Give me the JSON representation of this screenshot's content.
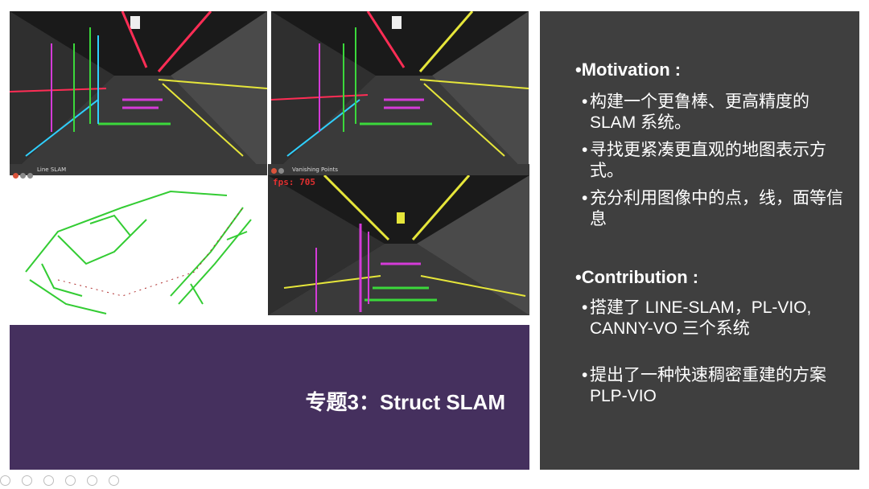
{
  "images": {
    "top_left_title": "",
    "top_right_title": "",
    "bottom_left_window_title": "Line SLAM",
    "bottom_right_window_title": "Vanishing Points",
    "fps_label": "fps: 705"
  },
  "banner": {
    "title": "专题3：Struct SLAM",
    "background": "#45305e"
  },
  "right_panel": {
    "background": "#3f3f3f",
    "motivation": {
      "heading": "•Motivation :",
      "items": [
        "构建一个更鲁棒、更高精度的 SLAM 系统。",
        "寻找更紧凑更直观的地图表示方式。",
        "充分利用图像中的点，线，面等信息"
      ]
    },
    "contribution": {
      "heading": "•Contribution :",
      "items": [
        "搭建了 LINE-SLAM，PL-VIO, CANNY-VO 三个系统",
        "提出了一种快速稠密重建的方案 PLP-VIO"
      ]
    }
  },
  "bullet_symbol": "•"
}
